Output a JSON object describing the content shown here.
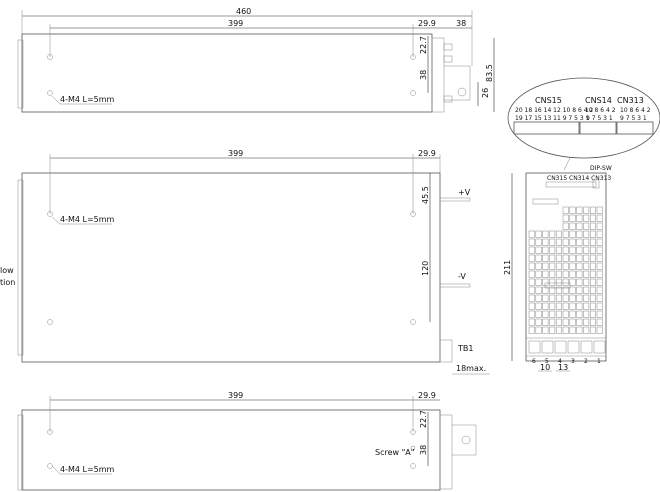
{
  "top_view": {
    "dim_overall": "460",
    "dim_length": "399",
    "dim_offset": "29.9",
    "dim_terminal": "38",
    "dim_v1": "22.7",
    "dim_v2": "38",
    "dim_height": "83.5",
    "dim_bracket": "26",
    "screw_label": "4-M4 L=5mm"
  },
  "middle_view": {
    "dim_length": "399",
    "dim_offset": "29.9",
    "dim_v1": "45.5",
    "dim_v2": "120",
    "plus_v": "+V",
    "minus_v": "-V",
    "tb1": "TB1",
    "max_label": "18max.",
    "screw_label": "4-M4 L=5mm",
    "airflow_line1": "low",
    "airflow_line2": "tion"
  },
  "bottom_view": {
    "dim_length": "399",
    "dim_offset": "29.9",
    "dim_v1": "22.7",
    "dim_v2": "38",
    "screw_a": "Screw \"A\"",
    "screw_label": "4-M4 L=5mm"
  },
  "connector_detail": {
    "connectors": [
      {
        "name": "CNS15",
        "top_pins": "20 18 16 14 12 10 8 6 4 2",
        "bottom_pins": "19 17 15 13 11 9 7 5 3 1"
      },
      {
        "name": "CNS14",
        "top_pins": "10 8 6 4 2",
        "bottom_pins": "9 7 5 3 1"
      },
      {
        "name": "CN313",
        "top_pins": "10 8 6 4 2",
        "bottom_pins": "9 7 5 3 1"
      }
    ]
  },
  "end_view": {
    "dip_sw": "DIP-SW",
    "header_label": "CN315  CN314 CN313",
    "dim_height": "211",
    "terminals": [
      "6",
      "5",
      "4",
      "3",
      "2",
      "1"
    ],
    "dim_a": "10",
    "dim_b": "13"
  }
}
